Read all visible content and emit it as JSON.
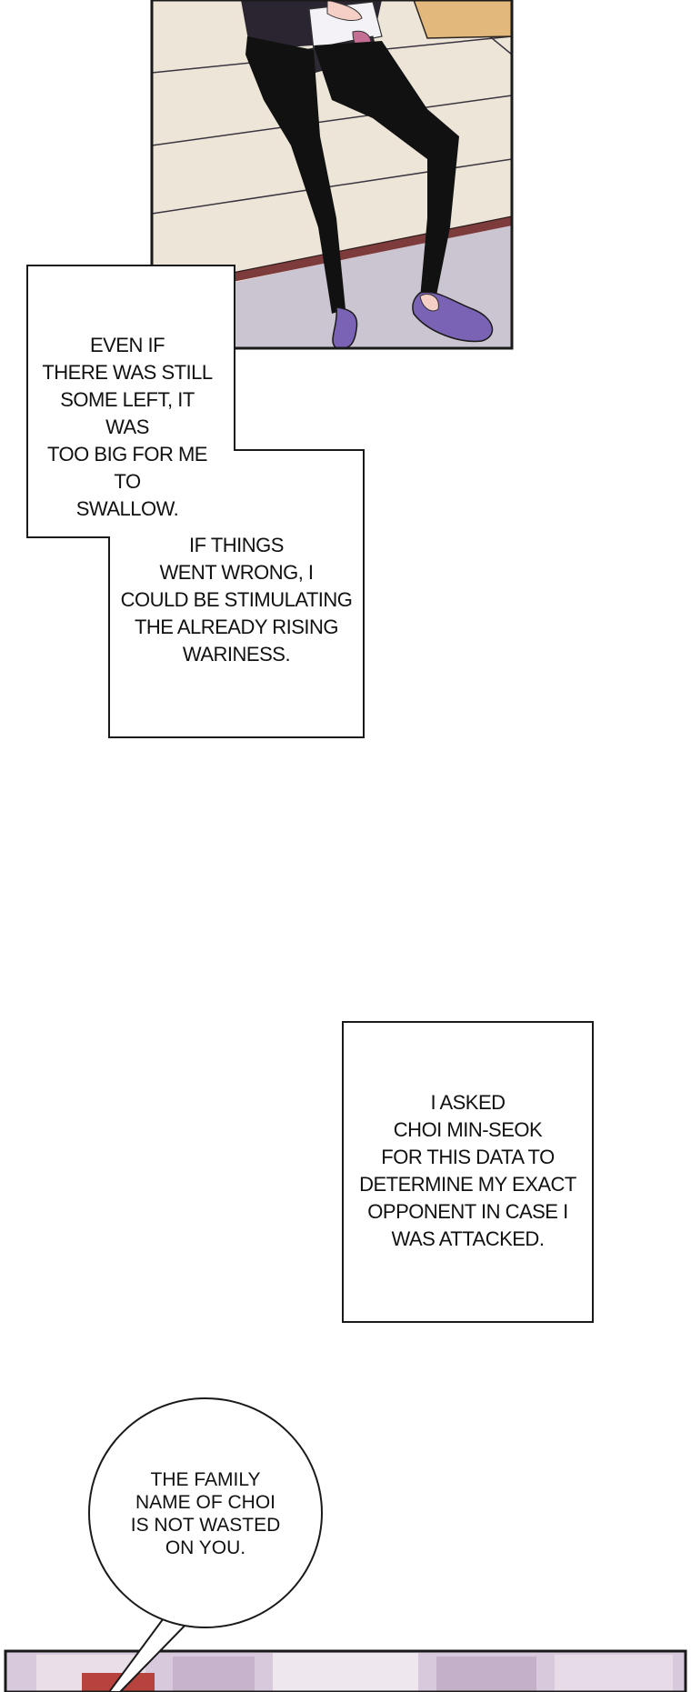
{
  "panels": {
    "top_panel": {
      "description_icon": "character-legs-panel"
    },
    "bottom_panel": {
      "description_icon": "interior-scene-panel"
    }
  },
  "captions": {
    "caption1": "EVEN IF\nTHERE WAS STILL\nSOME LEFT, IT WAS\nTOO BIG FOR ME TO\nSWALLOW.",
    "caption2": "IF THINGS\nWENT WRONG, I\nCOULD BE STIMULATING\nTHE ALREADY RISING\nWARINESS.",
    "caption3": "I ASKED\nCHOI MIN-SEOK\nFOR THIS DATA TO\nDETERMINE MY EXACT\nOPPONENT IN CASE I\nWAS ATTACKED."
  },
  "speech_bubbles": {
    "bubble1": "THE FAMILY\nNAME OF CHOI\nIS NOT WASTED\nON YOU."
  },
  "colors": {
    "panel_border": "#1a1a1a",
    "floor": "#ece5d8",
    "floor_shadow": "#c9c4cf",
    "pants": "#111111",
    "shoes": "#7a62b5",
    "shirt": "#2a2530",
    "paper": "#f4f2f6",
    "bag": "#e3b87d",
    "skin": "#f5cfc6",
    "rail": "#7d3b3b",
    "bottom_scene": "#d9c9dd"
  }
}
